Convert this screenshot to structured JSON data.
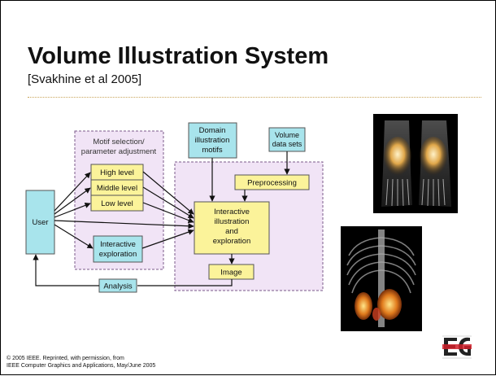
{
  "slide": {
    "title": "Volume Illustration System",
    "subtitle": "[Svakhine et al 2005]",
    "copyright_line1": "© 2005  IEEE.  Reprinted, with permission, from",
    "copyright_line2": "IEEE Computer Graphics and Applications, May/June 2005"
  },
  "diagram": {
    "user": "User",
    "motif_group": [
      "Motif selection/",
      "parameter adjustment"
    ],
    "high_level": "High level",
    "middle_level": "Middle level",
    "low_level": "Low level",
    "interactive_exploration": [
      "Interactive",
      "exploration"
    ],
    "domain_motifs": [
      "Domain",
      "illustration",
      "motifs"
    ],
    "volume_data": [
      "Volume",
      "data sets"
    ],
    "preprocessing": "Preprocessing",
    "interactive_illustration": [
      "Interactive",
      "illustration",
      "and",
      "exploration"
    ],
    "image": "Image",
    "analysis": "Analysis"
  },
  "colors": {
    "cyan_box": "#a8e4ec",
    "yellow_box": "#fbf39a",
    "lavender_group": "#f1e4f6",
    "group_border": "#7a5a8a"
  }
}
